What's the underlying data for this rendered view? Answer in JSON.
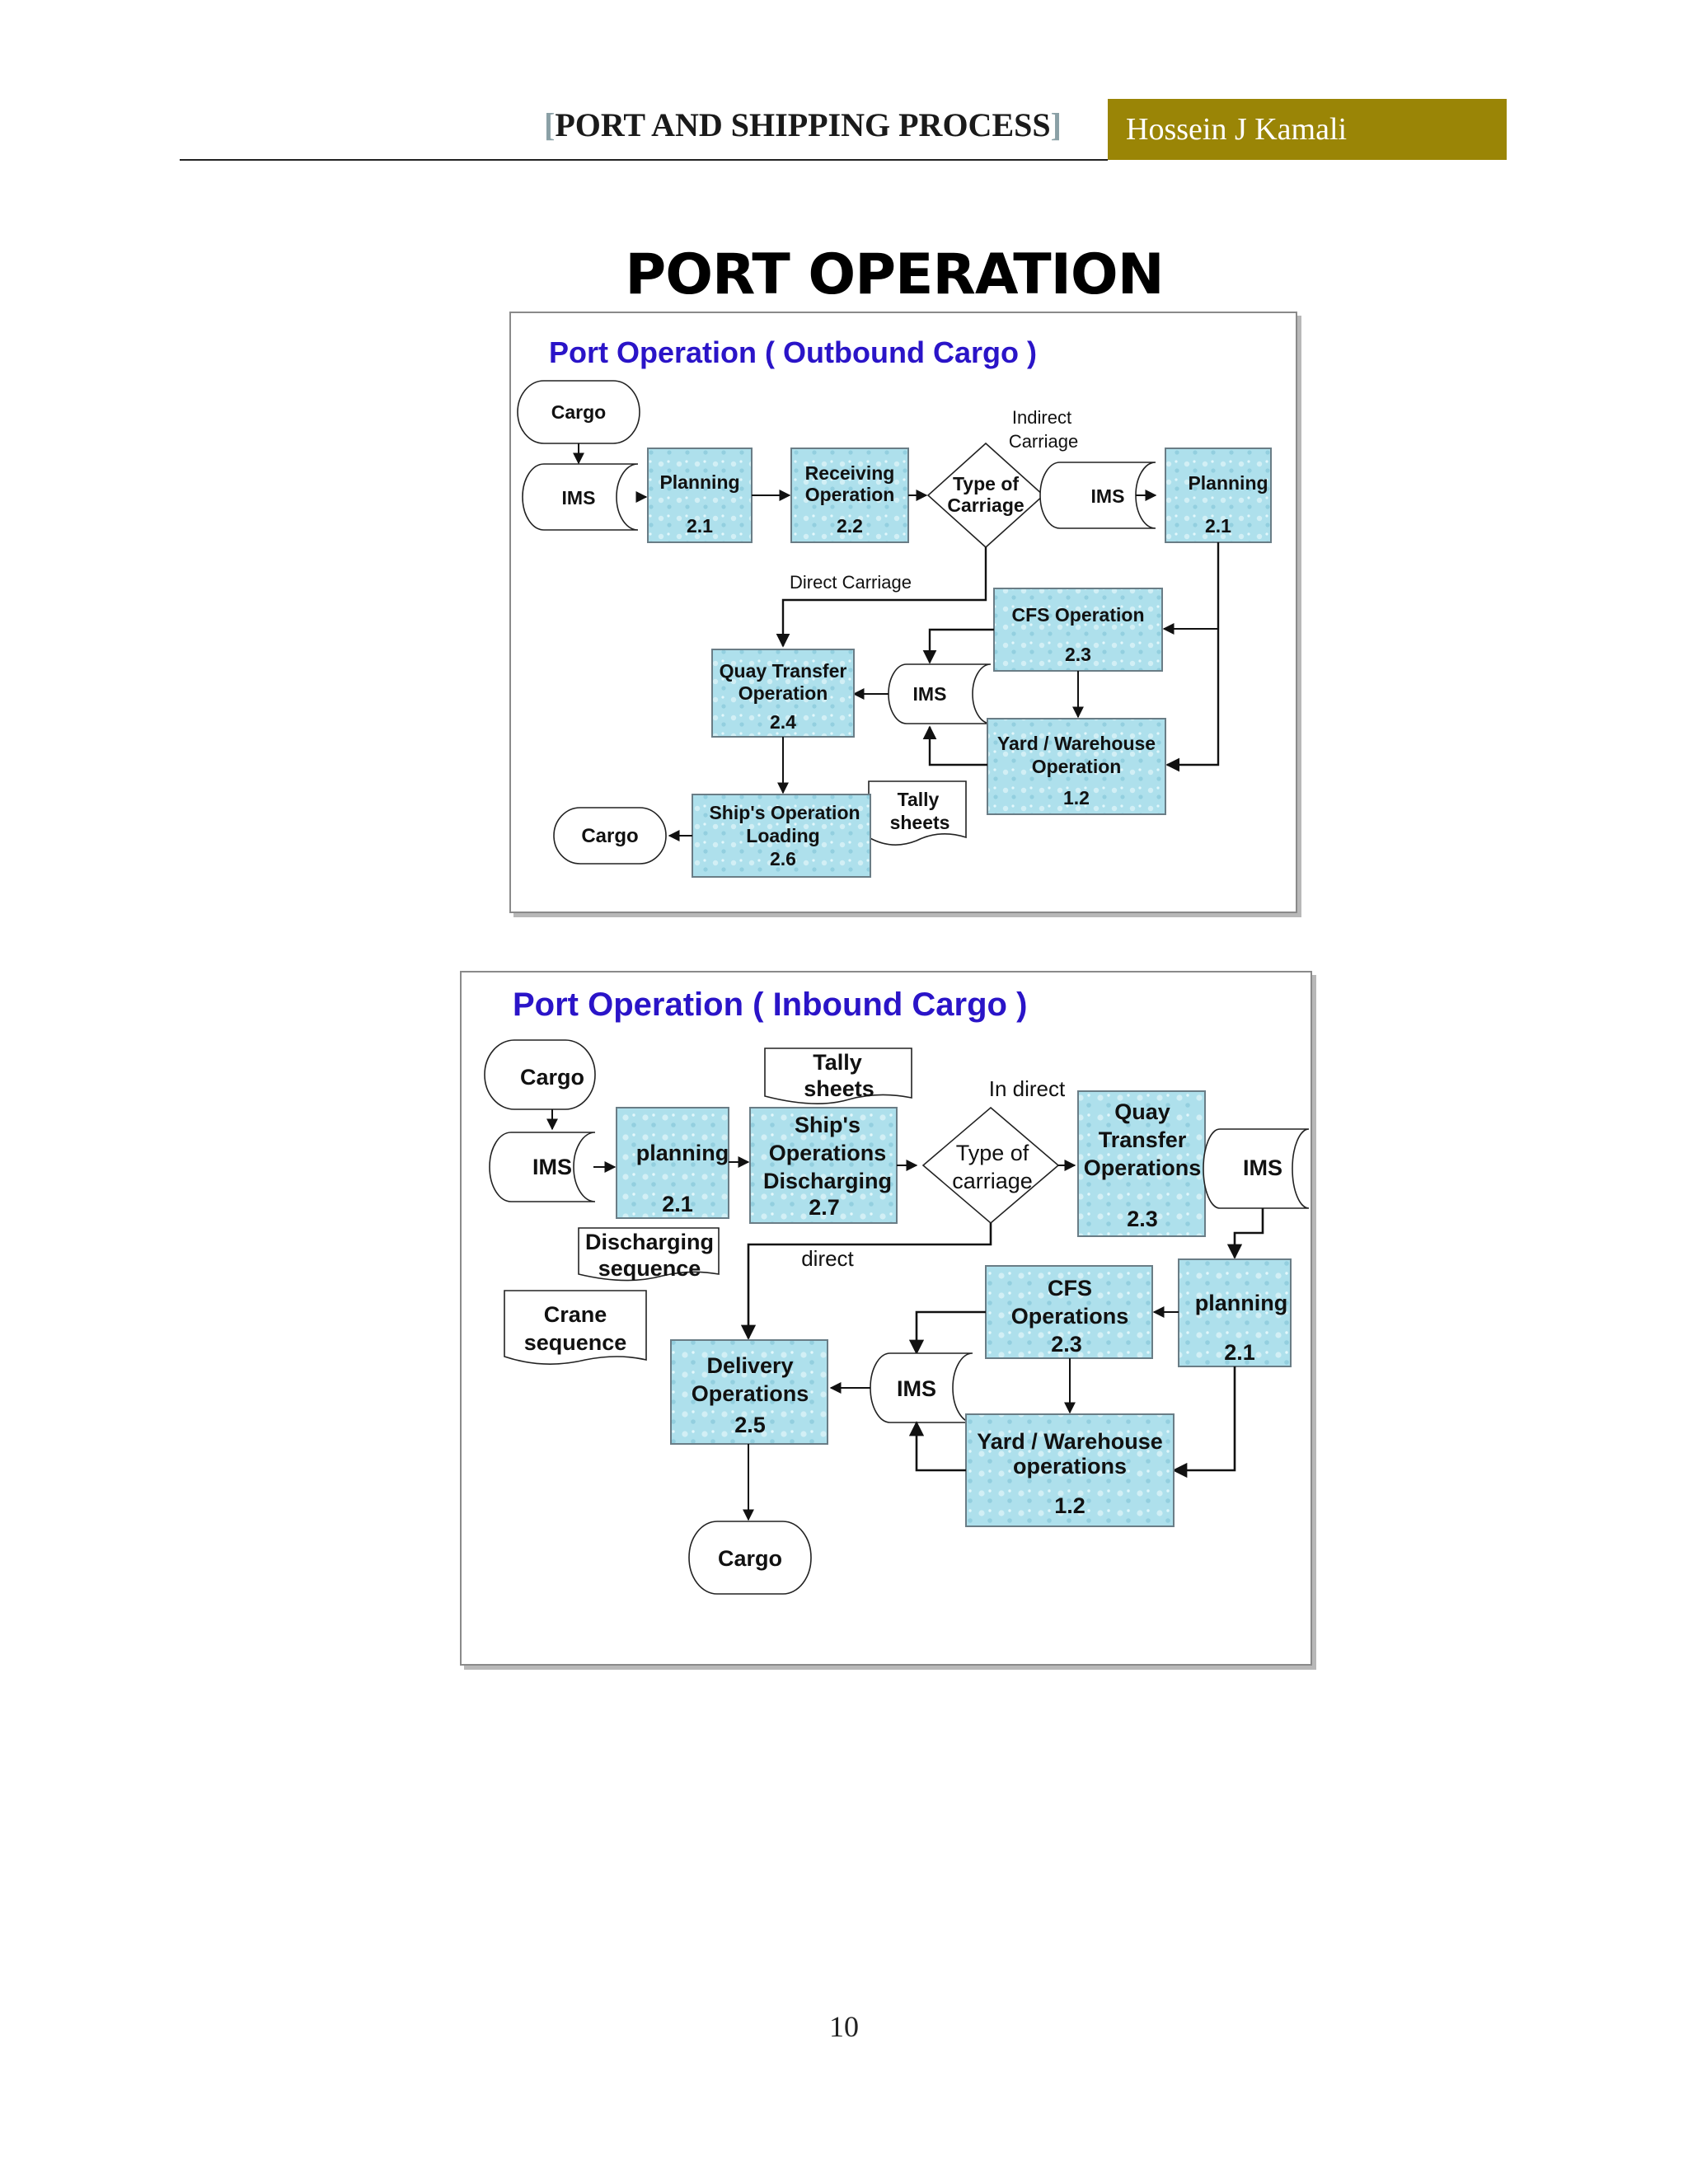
{
  "header": {
    "bracket_open": "[",
    "title": "PORT AND SHIPPING PROCESS",
    "bracket_close": "]",
    "author": "Hossein J Kamali",
    "author_bg": "#9a8506"
  },
  "page_heading": "PORT OPERATION",
  "outbound": {
    "title": "Port Operation ( Outbound Cargo )",
    "cargo_top": "Cargo",
    "ims_left": "IMS",
    "planning": {
      "label": "Planning",
      "code": "2.1"
    },
    "receiving": {
      "label": [
        "Receiving",
        "Operation"
      ],
      "code": "2.2"
    },
    "type_of_carriage": [
      "Type of",
      "Carriage"
    ],
    "indirect_label": [
      "Indirect",
      "Carriage"
    ],
    "ims_right": "IMS",
    "planning_right": {
      "label": "Planning",
      "code": "2.1"
    },
    "direct_label": "Direct Carriage",
    "cfs": {
      "label": "CFS Operation",
      "code": "2.3"
    },
    "ims_mid": "IMS",
    "quay": {
      "label": [
        "Quay Transfer",
        "Operation"
      ],
      "code": "2.4"
    },
    "yard": {
      "label": [
        "Yard / Warehouse",
        "Operation"
      ],
      "code": "1.2"
    },
    "tally": [
      "Tally",
      "sheets"
    ],
    "ships": {
      "label": [
        "Ship's Operation",
        "Loading"
      ],
      "code": "2.6"
    },
    "cargo_bottom": "Cargo"
  },
  "inbound": {
    "title": "Port Operation ( Inbound Cargo )",
    "cargo_top": "Cargo",
    "ims_left": "IMS",
    "planning": {
      "label": "planning",
      "code": "2.1"
    },
    "tally": [
      "Tally",
      "sheets"
    ],
    "ships": {
      "label": [
        "Ship's",
        "Operations",
        "Discharging"
      ],
      "code": "2.7"
    },
    "type_of_carriage": [
      "Type of",
      "carriage"
    ],
    "indirect_label": "In direct",
    "quay": {
      "label": [
        "Quay",
        "Transfer",
        "Operations"
      ],
      "code": "2.3"
    },
    "ims_right": "IMS",
    "discharging_seq": [
      "Discharging",
      "sequence"
    ],
    "crane_seq": [
      "Crane",
      "sequence"
    ],
    "direct_label": "direct",
    "cfs": {
      "label": [
        "CFS",
        "Operations"
      ],
      "code": "2.3"
    },
    "planning_right": {
      "label": "planning",
      "code": "2.1"
    },
    "delivery": {
      "label": [
        "Delivery",
        "Operations"
      ],
      "code": "2.5"
    },
    "ims_mid": "IMS",
    "yard": {
      "label": [
        "Yard / Warehouse",
        "operations"
      ],
      "code": "1.2"
    },
    "cargo_bottom": "Cargo"
  },
  "colors": {
    "title_blue": "#2a14c8",
    "box_fill": "#aee0ec",
    "box_stroke": "#6a7d86"
  },
  "page_number": "10"
}
